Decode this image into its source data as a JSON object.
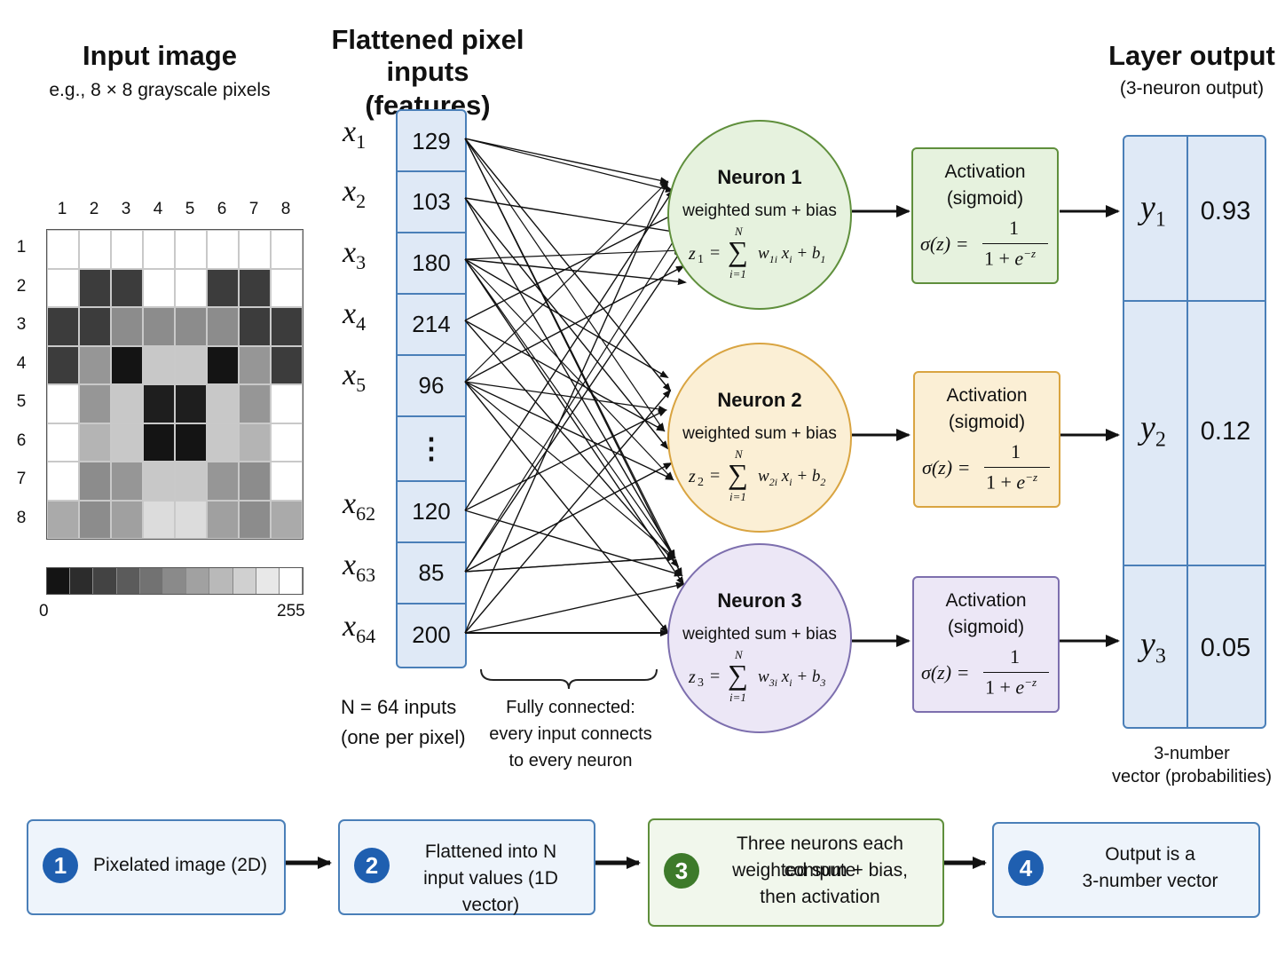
{
  "input_panel": {
    "title": "Input image",
    "subtitle": "e.g., 8 × 8 grayscale pixels",
    "col_labels": [
      "1",
      "2",
      "3",
      "4",
      "5",
      "6",
      "7",
      "8"
    ],
    "row_labels": [
      "1",
      "2",
      "3",
      "4",
      "5",
      "6",
      "7",
      "8"
    ],
    "pixels": [
      [
        255,
        255,
        255,
        255,
        255,
        255,
        255,
        255
      ],
      [
        255,
        60,
        60,
        255,
        255,
        60,
        60,
        255
      ],
      [
        60,
        60,
        140,
        140,
        140,
        140,
        60,
        60
      ],
      [
        60,
        150,
        20,
        200,
        200,
        20,
        150,
        60
      ],
      [
        255,
        150,
        200,
        30,
        30,
        200,
        150,
        255
      ],
      [
        255,
        180,
        200,
        20,
        20,
        200,
        180,
        255
      ],
      [
        255,
        140,
        150,
        200,
        200,
        150,
        140,
        255
      ],
      [
        170,
        140,
        160,
        220,
        220,
        160,
        140,
        170
      ]
    ],
    "scale_min": "0",
    "scale_max": "255"
  },
  "features": {
    "title_line1": "Flattened pixel",
    "title_line2": "inputs (features)",
    "labels": [
      {
        "sym": "x",
        "sub": "1"
      },
      {
        "sym": "x",
        "sub": "2"
      },
      {
        "sym": "x",
        "sub": "3"
      },
      {
        "sym": "x",
        "sub": "4"
      },
      {
        "sym": "x",
        "sub": "5"
      },
      {
        "sym": "",
        "sub": ""
      },
      {
        "sym": "x",
        "sub": "62"
      },
      {
        "sym": "x",
        "sub": "63"
      },
      {
        "sym": "x",
        "sub": "64"
      }
    ],
    "values": [
      "129",
      "103",
      "180",
      "214",
      "96",
      "⋮",
      "120",
      "85",
      "200"
    ],
    "n_note_line1": "N = 64 inputs",
    "n_note_line2": "(one per pixel)",
    "fc_line1": "Fully connected:",
    "fc_line2": "every input connects",
    "fc_line3": "to every neuron"
  },
  "neurons": [
    {
      "title": "Neuron 1",
      "subtitle": "weighted sum + bias",
      "z": "z",
      "idx": "1",
      "fill": "#e6f2de",
      "stroke": "#5f8f3c"
    },
    {
      "title": "Neuron 2",
      "subtitle": "weighted sum + bias",
      "z": "z",
      "idx": "2",
      "fill": "#fbefd5",
      "stroke": "#d9a441"
    },
    {
      "title": "Neuron 3",
      "subtitle": "weighted sum + bias",
      "z": "z",
      "idx": "3",
      "fill": "#ece7f6",
      "stroke": "#7d6fae"
    }
  ],
  "activations": [
    {
      "line1": "Activation",
      "line2": "(sigmoid)",
      "fill": "#e6f2de",
      "stroke": "#5f8f3c"
    },
    {
      "line1": "Activation",
      "line2": "(sigmoid)",
      "fill": "#fbefd5",
      "stroke": "#d9a441"
    },
    {
      "line1": "Activation",
      "line2": "(sigmoid)",
      "fill": "#ece7f6",
      "stroke": "#7d6fae"
    }
  ],
  "output": {
    "title": "Layer output",
    "subtitle": "(3-neuron output)",
    "rows": [
      {
        "sym": "y",
        "sub": "1",
        "value": "0.93"
      },
      {
        "sym": "y",
        "sub": "2",
        "value": "0.12"
      },
      {
        "sym": "y",
        "sub": "3",
        "value": "0.05"
      }
    ],
    "note_line1": "3-number",
    "note_line2": "vector (probabilities)"
  },
  "steps": [
    {
      "num": "1",
      "line1": "Pixelated image (2D)",
      "line2": "",
      "line3": "",
      "badge": "#1f5fb0",
      "stroke": "#4a7fb8",
      "fill": "#eef4fb"
    },
    {
      "num": "2",
      "line1": "Flattened into N",
      "line2": "input values (1D vector)",
      "line3": "",
      "badge": "#1f5fb0",
      "stroke": "#4a7fb8",
      "fill": "#eef4fb"
    },
    {
      "num": "3",
      "line1": "Three neurons each compute",
      "line2": "weighted sum + bias,",
      "line3": "then activation",
      "badge": "#3d7a2a",
      "stroke": "#5f8f3c",
      "fill": "#f1f7ec"
    },
    {
      "num": "4",
      "line1": "Output is a",
      "line2": "3-number vector",
      "line3": "",
      "badge": "#1f5fb0",
      "stroke": "#4a7fb8",
      "fill": "#eef4fb"
    }
  ]
}
